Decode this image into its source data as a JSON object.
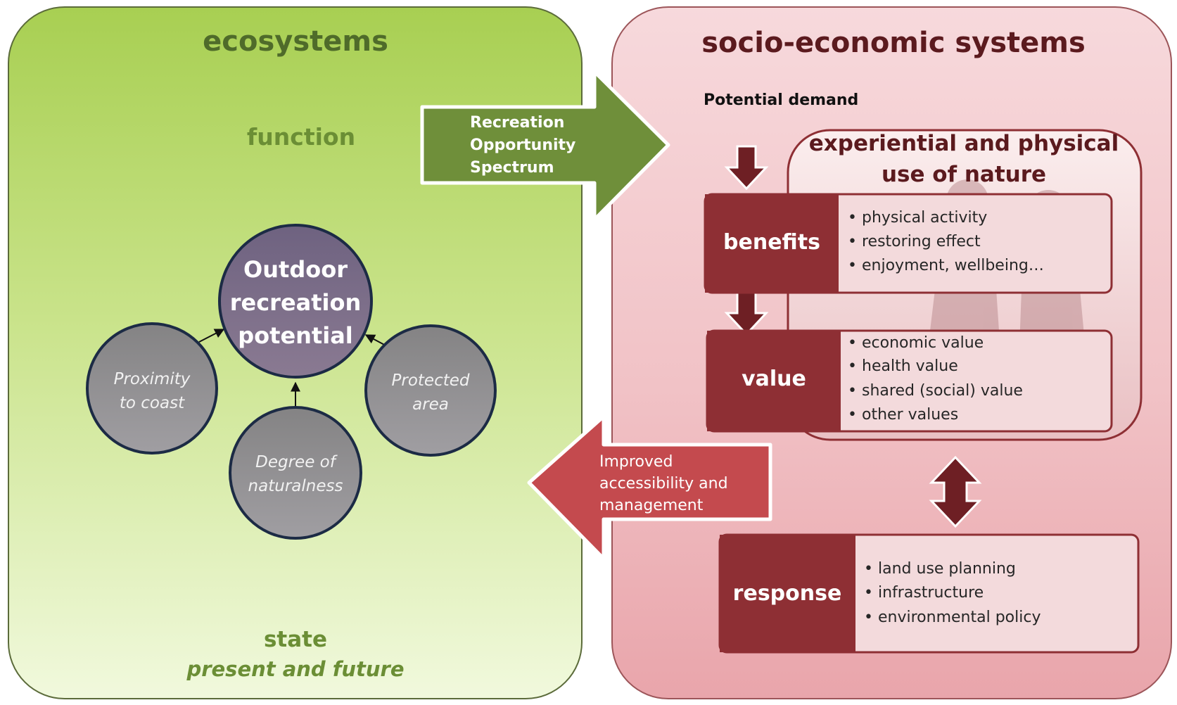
{
  "ecosystems": {
    "title": "ecosystems",
    "function_label": "function",
    "state_label": "state",
    "state_sub": "present and future",
    "center_circle": [
      "Outdoor",
      "recreation",
      "potential"
    ],
    "factors": {
      "proximity": [
        "Proximity",
        "to coast"
      ],
      "protected": [
        "Protected",
        "area"
      ],
      "naturalness": [
        "Degree of",
        "naturalness"
      ]
    }
  },
  "socio": {
    "title": "socio-economic systems",
    "potential_demand": "Potential demand",
    "use_of_nature": [
      "experiential and physical",
      "use of nature"
    ],
    "benefits": {
      "label": "benefits",
      "items": [
        "physical activity",
        "restoring effect",
        "enjoyment, wellbeing…"
      ]
    },
    "value": {
      "label": "value",
      "items": [
        "economic value",
        "health value",
        "shared (social) value",
        "other values"
      ]
    },
    "response": {
      "label": "response",
      "items": [
        "land use planning",
        "infrastructure",
        "environmental policy"
      ]
    }
  },
  "arrows": {
    "ros": [
      "Recreation",
      "Opportunity",
      "Spectrum"
    ],
    "improved": [
      "Improved",
      "accessibility and",
      "management"
    ]
  },
  "bullet_char": "•",
  "colors": {
    "green_title": "#4f6b2a",
    "green_sub": "#6b8e35",
    "green_arrow": "#6f8f3a",
    "maroon_box": "#8e2f34",
    "maroon_title": "#5b1a1e",
    "red_arrow": "#c44a4e",
    "circle_center": "#786a84",
    "circle_factor": "#8e8d8e"
  }
}
